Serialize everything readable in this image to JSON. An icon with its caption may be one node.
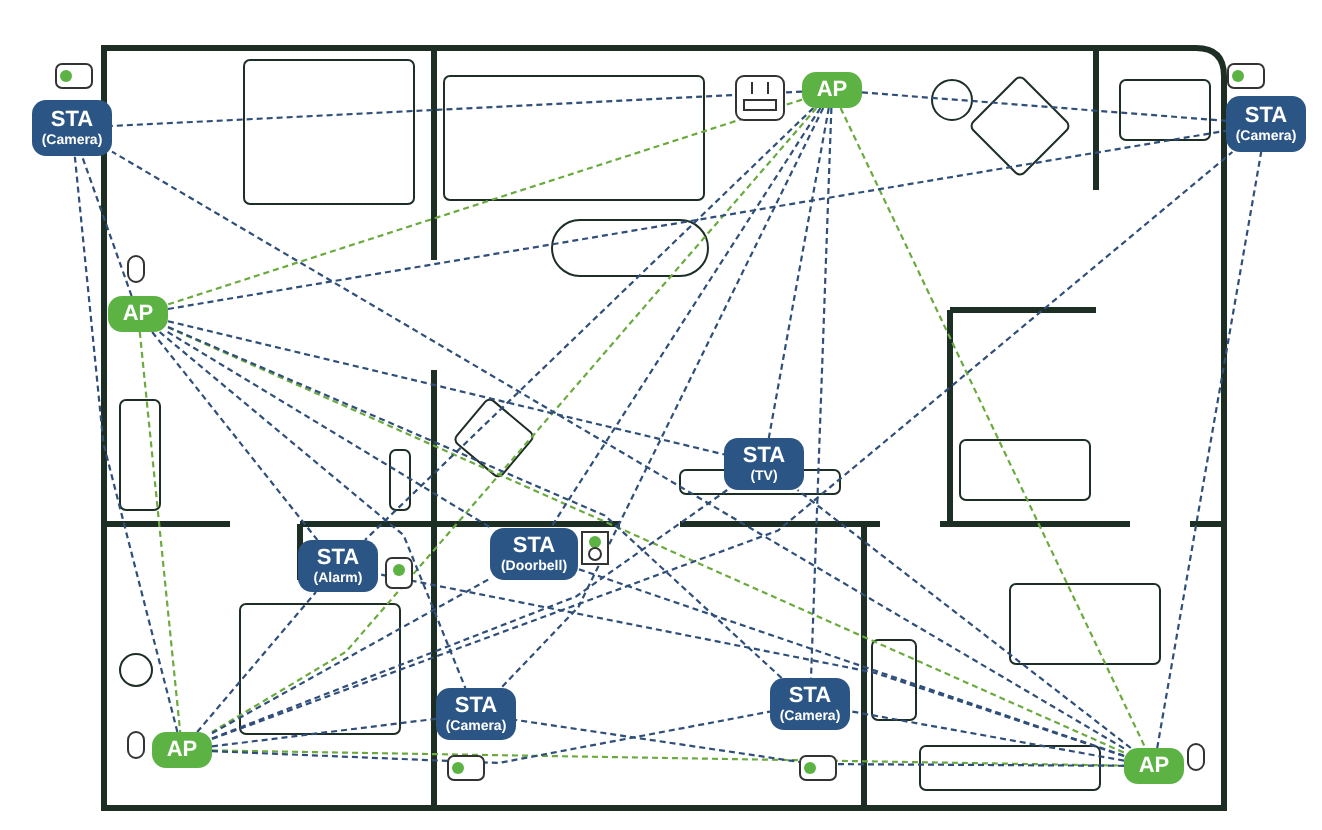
{
  "diagram": {
    "nodes": [
      {
        "text": [
          "STA",
          "(Camera)"
        ]
      },
      {
        "text": [
          "AP"
        ]
      },
      {
        "text": [
          "STA",
          "(Camera)"
        ]
      },
      {
        "text": [
          "AP"
        ]
      },
      {
        "text": [
          "STA",
          "(TV)"
        ]
      },
      {
        "text": [
          "STA",
          "(Alarm)"
        ]
      },
      {
        "text": [
          "STA",
          "(Doorbell)"
        ]
      },
      {
        "text": [
          "AP"
        ]
      },
      {
        "text": [
          "STA",
          "(Camera)"
        ]
      },
      {
        "text": [
          "STA",
          "(Camera)"
        ]
      },
      {
        "text": [
          "AP"
        ]
      }
    ],
    "edges": [
      {
        "from": 1,
        "to": 3,
        "arrow": "none",
        "style": "dashed",
        "color": "#6aaa3f"
      },
      {
        "from": 1,
        "to": 7,
        "arrow": "none",
        "style": "dashed",
        "color": "#6aaa3f"
      },
      {
        "from": 1,
        "to": 10,
        "arrow": "none",
        "style": "dashed",
        "color": "#6aaa3f"
      },
      {
        "from": 3,
        "to": 7,
        "arrow": "none",
        "style": "dashed",
        "color": "#6aaa3f"
      },
      {
        "from": 3,
        "to": 10,
        "arrow": "none",
        "style": "dashed",
        "color": "#6aaa3f"
      },
      {
        "from": 7,
        "to": 10,
        "arrow": "none",
        "style": "dashed",
        "color": "#6aaa3f"
      },
      {
        "from": 1,
        "to": 0,
        "arrow": "none",
        "style": "dashed"
      },
      {
        "from": 1,
        "to": 2,
        "arrow": "none",
        "style": "dashed"
      },
      {
        "from": 1,
        "to": 4,
        "arrow": "none",
        "style": "dashed"
      },
      {
        "from": 1,
        "to": 5,
        "arrow": "none",
        "style": "dashed"
      },
      {
        "from": 1,
        "to": 6,
        "arrow": "none",
        "style": "dashed"
      },
      {
        "from": 1,
        "to": 8,
        "arrow": "none",
        "style": "dashed"
      },
      {
        "from": 1,
        "to": 9,
        "arrow": "none",
        "style": "dashed"
      },
      {
        "from": 3,
        "to": 0,
        "arrow": "none",
        "style": "dashed"
      },
      {
        "from": 3,
        "to": 2,
        "arrow": "none",
        "style": "dashed"
      },
      {
        "from": 3,
        "to": 4,
        "arrow": "none",
        "style": "dashed"
      },
      {
        "from": 3,
        "to": 5,
        "arrow": "none",
        "style": "dashed"
      },
      {
        "from": 3,
        "to": 6,
        "arrow": "none",
        "style": "dashed"
      },
      {
        "from": 3,
        "to": 8,
        "arrow": "none",
        "style": "dashed"
      },
      {
        "from": 3,
        "to": 9,
        "arrow": "none",
        "style": "dashed"
      },
      {
        "from": 7,
        "to": 0,
        "arrow": "none",
        "style": "dashed"
      },
      {
        "from": 7,
        "to": 2,
        "arrow": "none",
        "style": "dashed"
      },
      {
        "from": 7,
        "to": 4,
        "arrow": "none",
        "style": "dashed"
      },
      {
        "from": 7,
        "to": 5,
        "arrow": "none",
        "style": "dashed"
      },
      {
        "from": 7,
        "to": 6,
        "arrow": "none",
        "style": "dashed"
      },
      {
        "from": 7,
        "to": 8,
        "arrow": "none",
        "style": "dashed"
      },
      {
        "from": 7,
        "to": 9,
        "arrow": "none",
        "style": "dashed"
      },
      {
        "from": 10,
        "to": 0,
        "arrow": "none",
        "style": "dashed"
      },
      {
        "from": 10,
        "to": 2,
        "arrow": "none",
        "style": "dashed"
      },
      {
        "from": 10,
        "to": 4,
        "arrow": "none",
        "style": "dashed"
      },
      {
        "from": 10,
        "to": 5,
        "arrow": "none",
        "style": "dashed"
      },
      {
        "from": 10,
        "to": 6,
        "arrow": "none",
        "style": "dashed"
      },
      {
        "from": 10,
        "to": 8,
        "arrow": "none",
        "style": "dashed"
      },
      {
        "from": 10,
        "to": 9,
        "arrow": "none",
        "style": "dashed"
      }
    ]
  }
}
